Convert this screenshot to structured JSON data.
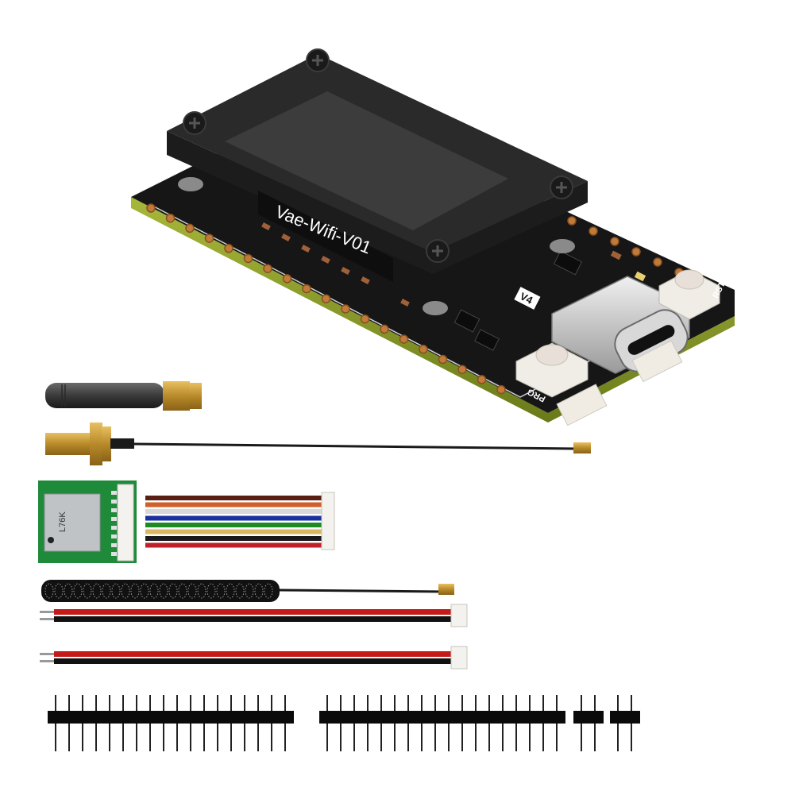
{
  "scene": {
    "description": "Product kit photo: ESP32 LoRa dev board with OLED display and accessories",
    "background_color": "#ffffff"
  },
  "board": {
    "label": "Vae-Wifi-V01",
    "version_mark": "V4",
    "button_left_label": "PRG",
    "button_right_label": "RST",
    "pcb_color": "#1a1a1a",
    "pcb_edge_color": "#8a9a2a",
    "display_color": "#2b2b2b"
  },
  "gps_module": {
    "chip_label": "L76K",
    "pcb_color": "#1f8a3a"
  },
  "ribbon_cable": {
    "wire_colors": [
      "#5a1f14",
      "#d0602a",
      "#d8d8d8",
      "#1a2fa0",
      "#1e8a24",
      "#d8b860",
      "#1a1a1a",
      "#c0202a"
    ]
  },
  "power_cables": [
    {
      "wires": [
        "#c41a1a",
        "#111111"
      ]
    },
    {
      "wires": [
        "#c41a1a",
        "#111111"
      ]
    }
  ],
  "pin_headers": [
    {
      "pins": 18
    },
    {
      "pins": 18
    },
    {
      "pins": 2
    },
    {
      "pins": 2
    }
  ],
  "accessories": [
    "rubber-duck-antenna",
    "sma-to-ipex-pigtail",
    "gps-module",
    "spring-antenna",
    "power-cable",
    "power-cable",
    "pin-headers"
  ]
}
